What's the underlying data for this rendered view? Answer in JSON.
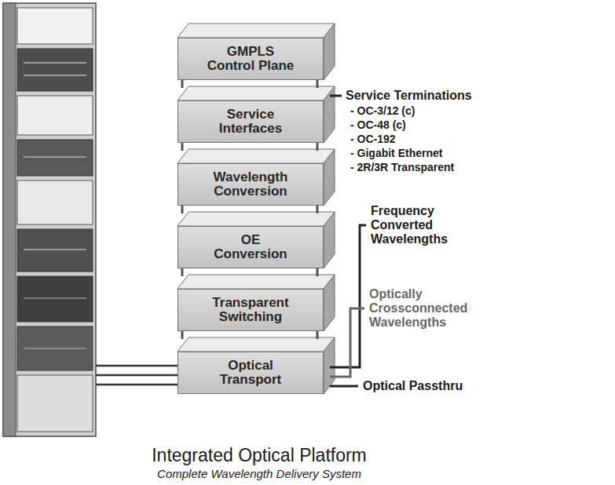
{
  "diagram": {
    "title": "Integrated Optical Platform",
    "caption": "Complete Wavelength Delivery System",
    "nodes": [
      {
        "text": [
          "GMPLS Control Plane"
        ]
      },
      {
        "text": [
          "Service Interfaces"
        ]
      },
      {
        "text": [
          "Wavelength Conversion"
        ]
      },
      {
        "text": [
          "OE Conversion"
        ]
      },
      {
        "text": [
          "Transparent Switching"
        ]
      },
      {
        "text": [
          "Optical Transport"
        ]
      }
    ],
    "labels": [
      "Service Terminations",
      "- OC-3/12 (c)",
      "- OC-48 (c)",
      "- OC-192",
      "- Gigabit Ethernet",
      "- 2R/3R Transparent",
      "Frequency Converted Wavelengths",
      "Optically Crossconnected Wavelengths",
      "Optical Passthru"
    ]
  }
}
